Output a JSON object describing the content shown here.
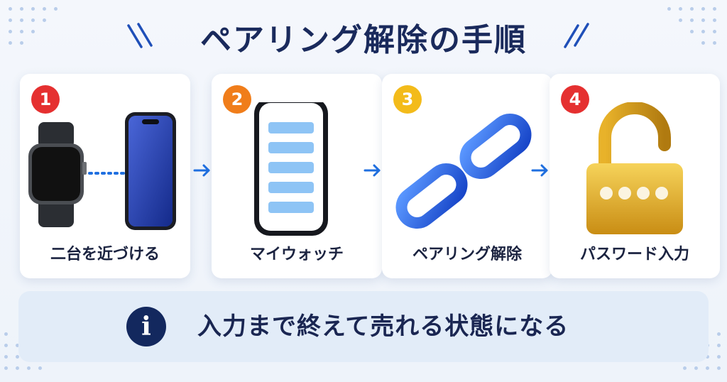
{
  "title": "ペアリング解除の手順",
  "steps": [
    {
      "number": "1",
      "label": "二台を近づける",
      "badge_color": "#e53030",
      "icon": "watch-phone-icon"
    },
    {
      "number": "2",
      "label": "マイウォッチ",
      "badge_color": "#f07d1a",
      "icon": "phone-list-icon"
    },
    {
      "number": "3",
      "label": "ペアリング解除",
      "badge_color": "#f3bb1a",
      "icon": "broken-chain-icon"
    },
    {
      "number": "4",
      "label": "パスワード入力",
      "badge_color": "#e53030",
      "icon": "open-padlock-icon"
    }
  ],
  "info": {
    "icon": "info-icon",
    "text": "入力まで終えて売れる状態になる"
  },
  "colors": {
    "accent": "#1f6fe0",
    "navy": "#13285e",
    "background": "#f4f7fc"
  }
}
